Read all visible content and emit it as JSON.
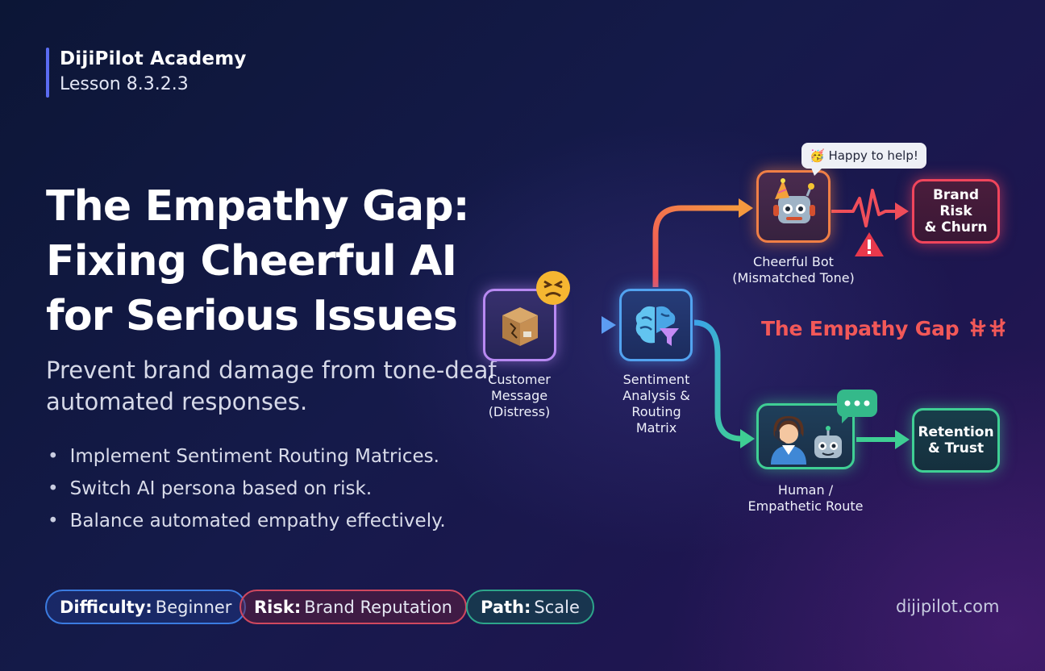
{
  "header": {
    "academy": "DijiPilot Academy",
    "lesson": "Lesson 8.3.2.3"
  },
  "title": "The Empathy Gap: Fixing Cheerful AI for Serious Issues",
  "subtitle": "Prevent brand damage from tone-deaf automated responses.",
  "bullets": [
    "Implement Sentiment Routing Matrices.",
    "Switch AI persona based on risk.",
    "Balance automated empathy effectively."
  ],
  "pills": {
    "difficulty": {
      "key": "Difficulty:",
      "value": "Beginner"
    },
    "risk": {
      "key": "Risk:",
      "value": "Brand Reputation"
    },
    "path": {
      "key": "Path:",
      "value": "Scale"
    }
  },
  "site": "dijipilot.com",
  "diagram": {
    "customer": "Customer\nMessage\n(Distress)",
    "sentiment": "Sentiment\nAnalysis &\nRouting\nMatrix",
    "bot": "Cheerful Bot\n(Mismatched Tone)",
    "bot_bubble": "🥳 Happy to help!",
    "brand": "Brand Risk\n& Churn",
    "gap": "The Empathy Gap",
    "human": "Human /\nEmpathetic Route",
    "retention": "Retention\n& Trust"
  },
  "icons": {
    "customer": "package-box-icon",
    "distress": "distressed-face-emoji",
    "sentiment": "brain-filter-icon",
    "bot": "party-robot-icon",
    "warning": "warning-triangle-icon",
    "bridge": "broken-bridge-icon",
    "human": "human-agent-icon",
    "assistant": "robot-assistant-icon",
    "chat": "chat-bubble-icon"
  },
  "colors": {
    "accent": "#5b6cf2",
    "customer": "#b889f2",
    "sentiment": "#52a3f0",
    "risk": "#f0455c",
    "bot": "#f07f46",
    "safe": "#3fcf94"
  }
}
